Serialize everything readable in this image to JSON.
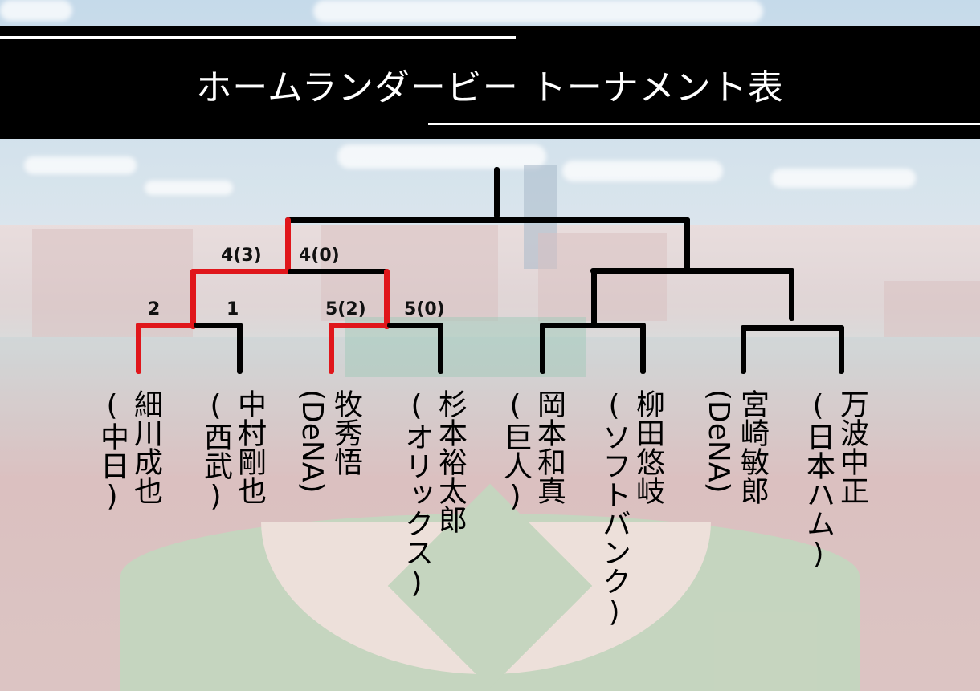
{
  "header": {
    "title": "ホームランダービー トーナメント表"
  },
  "colors": {
    "banner_bg": "#000000",
    "banner_text": "#ffffff",
    "bracket_line": "#000000",
    "winner_path": "#e0161b"
  },
  "bracket": {
    "scores": {
      "r1_m1_left": "2",
      "r1_m1_right": "1",
      "r1_m2_left": "5(2)",
      "r1_m2_right": "5(0)",
      "semi_left": "4(3)",
      "semi_right": "4(0)"
    },
    "players": [
      {
        "name": "細川成也",
        "team": "(中日)"
      },
      {
        "name": "中村剛也",
        "team": "(西武)"
      },
      {
        "name": "牧秀悟",
        "team": "(DeNA)"
      },
      {
        "name": "杉本裕太郎",
        "team": "(オリックス)"
      },
      {
        "name": "岡本和真",
        "team": "(巨人)"
      },
      {
        "name": "柳田悠岐",
        "team": "(ソフトバンク)"
      },
      {
        "name": "宮崎敏郎",
        "team": "(DeNA)"
      },
      {
        "name": "万波中正",
        "team": "(日本ハム)"
      }
    ]
  }
}
